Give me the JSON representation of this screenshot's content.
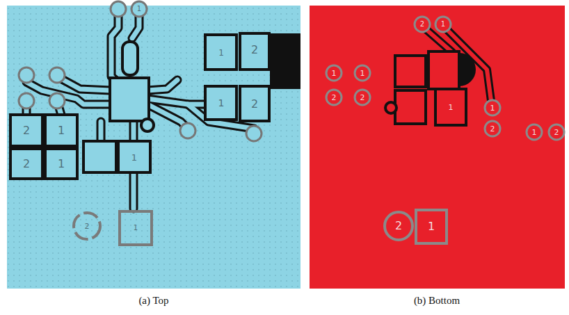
{
  "diagram": {
    "labels": [
      "(a) Top",
      "(b) Bottom",
      "1",
      "2",
      "1",
      "2",
      "1",
      "1",
      "2",
      "1",
      "2",
      "1",
      "2",
      "1",
      "2",
      "1",
      "1",
      "1",
      "2",
      "2",
      "1",
      "1",
      "2",
      "1",
      "2",
      "2",
      "1"
    ]
  }
}
